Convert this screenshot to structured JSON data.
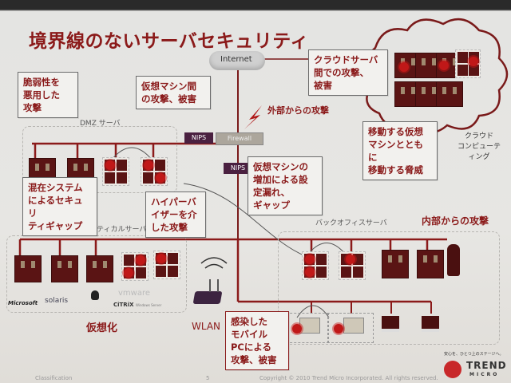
{
  "title": "境界線のないサーバセキュリティ",
  "network": {
    "internet_label": "Internet",
    "firewall_label": "Firewall",
    "nips_label": "NIPS",
    "external_attack_label": "外部からの攻撃",
    "internal_attack_label": "内部からの攻撃"
  },
  "zones": {
    "dmz": "DMZ サーバ",
    "mission_critical": "ミッションクリティカルサーバ",
    "back_office": "バックオフィスサーバ",
    "cloud": "クラウド\nコンピューティング"
  },
  "callouts": {
    "vuln": "脆弱性を\n悪用した\n攻撃",
    "vm_between": "仮想マシン間\nの攻撃、被害",
    "cloud_attack": "クラウドサーバ\n間での攻撃、\n被害",
    "moving_vm": "移動する仮想\nマシンとともに\n移動する脅威",
    "mixed": "混在システム\nによるセキュリ\nティギャップ",
    "hypervisor": "ハイパーバ\nイザーを介\nした攻撃",
    "vm_increase": "仮想マシンの\n増加による設\n定漏れ、\nギャップ",
    "mobile": "感染した\nモバイル\nPCによる\n攻撃、被害"
  },
  "labels": {
    "virtualization": "仮想化",
    "wlan": "WLAN"
  },
  "logos": [
    "Microsoft",
    "solaris",
    "Linux",
    "vmware",
    "CiTRiX",
    "Windows Server"
  ],
  "brand": {
    "tagline": "安心を、ひとつ上のステージへ。",
    "name_line1": "TREND",
    "name_line2": "MICRO",
    "color": "#c8282a"
  },
  "footer": {
    "classification": "Classification",
    "page": "5",
    "copyright": "Copyright © 2010 Trend Micro Incorporated. All rights reserved."
  },
  "colors": {
    "accent": "#8b1a1a",
    "nips": "#4a2040",
    "firewall": "#aca69c"
  }
}
